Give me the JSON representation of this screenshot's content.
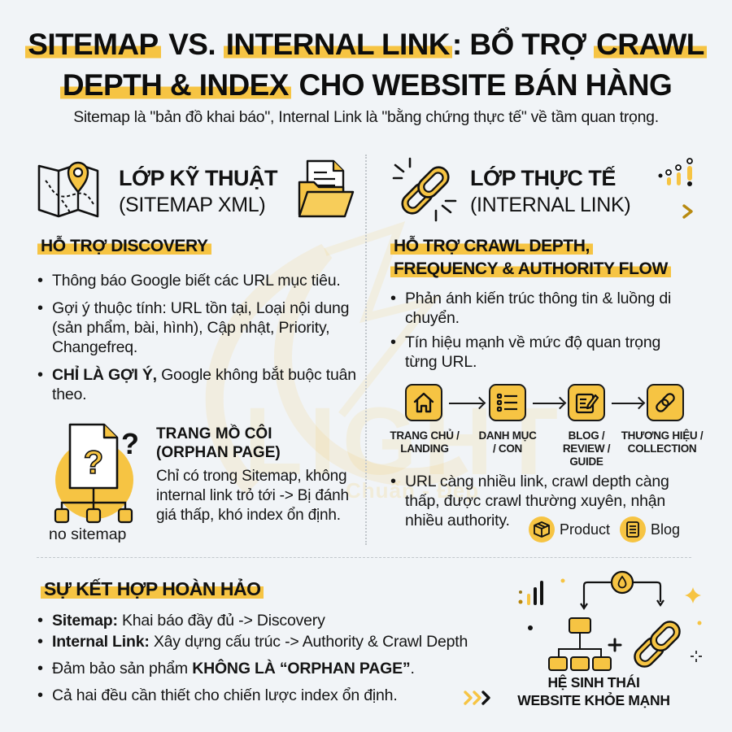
{
  "title": {
    "line1": [
      {
        "text": "SITEMAP",
        "highlight": true
      },
      {
        "text": " VS. ",
        "highlight": false
      },
      {
        "text": "INTERNAL LINK",
        "highlight": true
      },
      {
        "text": ": BỔ TRỢ ",
        "highlight": false
      },
      {
        "text": "CRAWL",
        "highlight": true
      }
    ],
    "line2": [
      {
        "text": "DEPTH & INDEX",
        "highlight": true
      },
      {
        "text": " CHO WEBSITE BÁN HÀNG",
        "highlight": false
      }
    ]
  },
  "subtitle": "Sitemap là \"bản đồ khai báo\", Internal Link là \"bằng chứng thực tế\" về tầm quan trọng.",
  "watermark": {
    "text": "LIGHT",
    "subtext": "Chuẩn - Đẹp"
  },
  "colors": {
    "accent": "#f6c443",
    "background": "#f1f4f7",
    "text": "#111111",
    "divider": "#c2c7cc"
  },
  "left": {
    "title": "LỚP KỸ THUẬT",
    "subtitle": "(SITEMAP XML)",
    "section_heading": "HỖ TRỢ DISCOVERY",
    "bullets": [
      {
        "bold": "",
        "text": "Thông báo Google biết các URL mục tiêu."
      },
      {
        "bold": "",
        "text": "Gợi ý thuộc tính: URL tồn tại, Loại nội dung (sản phẩm, bài, hình), Cập nhật, Priority, Changefreq."
      },
      {
        "bold": "CHỈ LÀ GỢI Ý,",
        "text": " Google không bắt buộc tuân theo."
      }
    ],
    "orphan": {
      "icon_label": "no sitemap",
      "title_line1": "TRANG MỒ CÔI",
      "title_line2": "(ORPHAN PAGE)",
      "description": "Chỉ có trong Sitemap, không internal link trỏ tới -> Bị đánh giá thấp, khó index ổn định."
    },
    "icons": [
      "map-pin-icon",
      "folder-document-icon",
      "orphan-page-icon"
    ]
  },
  "right": {
    "title": "LỚP THỰC TẾ",
    "subtitle": "(INTERNAL LINK)",
    "section_heading_line1": "HỖ TRỢ CRAWL DEPTH,",
    "section_heading_line2": "FREQUENCY & AUTHORITY FLOW",
    "bullets": [
      {
        "text": "Phản ánh kiến trúc thông tin & luồng di chuyển."
      },
      {
        "text": "Tín hiệu mạnh về mức độ quan trọng từng URL."
      },
      {
        "text": "URL càng nhiều link, crawl depth càng thấp, được crawl thường xuyên, nhận nhiều authority."
      }
    ],
    "flow": [
      {
        "icon": "home-icon",
        "label_line1": "TRANG CHỦ /",
        "label_line2": "LANDING",
        "label_line3": ""
      },
      {
        "icon": "list-icon",
        "label_line1": "DANH MỤC",
        "label_line2": "/ CON",
        "label_line3": ""
      },
      {
        "icon": "edit-document-icon",
        "label_line1": "BLOG /",
        "label_line2": "REVIEW /",
        "label_line3": "GUIDE"
      },
      {
        "icon": "link-icon",
        "label_line1": "THƯƠNG HIỆU /",
        "label_line2": "COLLECTION",
        "label_line3": ""
      }
    ],
    "chips": [
      {
        "icon": "box-icon",
        "label": "Product"
      },
      {
        "icon": "document-icon",
        "label": "Blog"
      }
    ],
    "icons": [
      "chain-link-icon",
      "signal-dots-icon",
      "chevron-right-icon"
    ]
  },
  "bottom": {
    "heading": "SỰ KẾT HỢP HOÀN HẢO",
    "bullets": [
      {
        "bold": "Sitemap:",
        "text": " Khai báo đầy đủ -> Discovery",
        "bold_after": "",
        "tail": ""
      },
      {
        "bold": "Internal Link:",
        "text": " Xây dựng cấu trúc -> Authority & Crawl Depth",
        "bold_after": "",
        "tail": ""
      },
      {
        "bold": "",
        "text": "Đảm bảo sản phẩm ",
        "bold_after": "KHÔNG LÀ “ORPHAN PAGE”",
        "tail": "."
      },
      {
        "bold": "",
        "text": "Cả hai đều cần thiết cho chiến lược index ổn định.",
        "bold_after": "",
        "tail": ""
      }
    ],
    "ecosystem_title_line1": "HỆ SINH THÁI",
    "ecosystem_title_line2": "WEBSITE KHỎE MẠNH",
    "icons": [
      "triple-chevron-icon",
      "sitemap-tree-icon",
      "plus-icon",
      "chain-link-icon",
      "drop-icon",
      "sparkle-icon",
      "bar-signal-icon"
    ]
  }
}
